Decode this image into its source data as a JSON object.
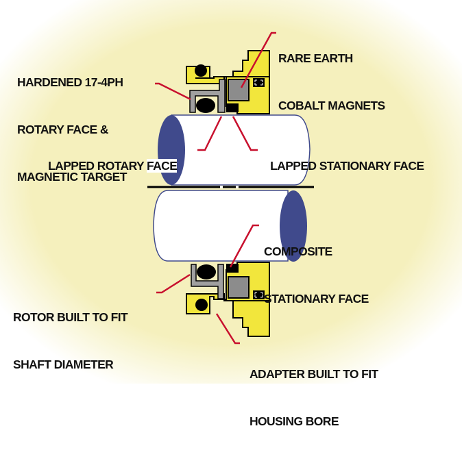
{
  "title": "Magnetic face seal cross-section",
  "colors": {
    "background": "#f5f0bd",
    "housing": "#f2e63c",
    "rotor": "#a0a0a0",
    "magnet": "#8c8c8c",
    "oring": "#000000",
    "shaft": "#ffffff",
    "shaft_end": "#404a8c",
    "leader": "#c8102e",
    "text": "#111111"
  },
  "labels": {
    "rare_earth": [
      "RARE EARTH",
      "COBALT MAGNETS"
    ],
    "hardened": [
      "HARDENED 17-4PH",
      "ROTARY FACE &",
      "MAGNETIC TARGET"
    ],
    "lapped_rotary": {
      "pre": "LAPPED ROTARY ",
      "post": "FACE"
    },
    "lapped_stationary": "LAPPED STATIONARY FACE",
    "composite": [
      "COMPOSITE",
      "STATIONARY FACE"
    ],
    "rotor": [
      "ROTOR BUILT TO FIT",
      "SHAFT DIAMETER"
    ],
    "adapter": [
      "ADAPTER BUILT TO FIT",
      "HOUSING BORE"
    ]
  }
}
